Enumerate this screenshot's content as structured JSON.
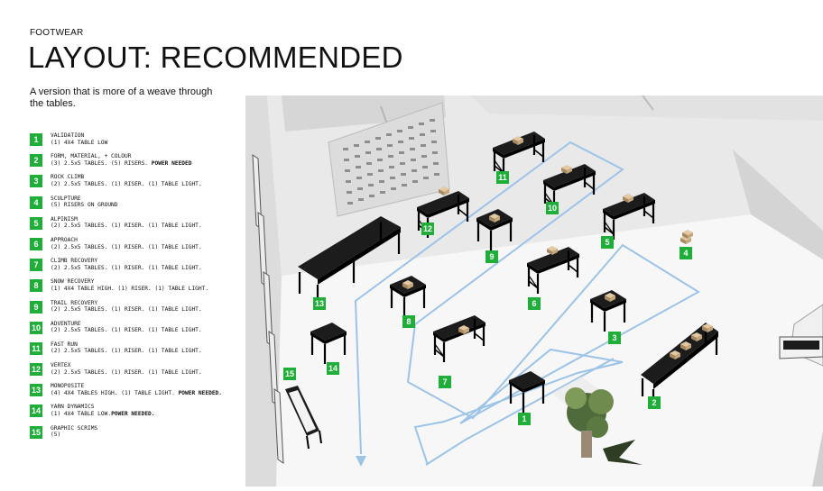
{
  "header": {
    "eyebrow": "FOOTWEAR",
    "title": "LAYOUT: RECOMMENDED",
    "description": "A version that is more of a weave through the tables."
  },
  "legend": [
    {
      "num": "1",
      "name": "VALIDATION",
      "detail": "(1) 4X4 TABLE LOW",
      "note": ""
    },
    {
      "num": "2",
      "name": "FORM, MATERIAL, + COLOUR",
      "detail": "(3) 2.5x5 TABLES. (5) RISERS.",
      "note": "POWER NEEDED"
    },
    {
      "num": "3",
      "name": "ROCK CLIMB",
      "detail": "(2) 2.5x5 TABLES. (1) RISER. (1) TABLE LIGHT.",
      "note": ""
    },
    {
      "num": "4",
      "name": "SCULPTURE",
      "detail": "(5) RISERS ON GROUND",
      "note": ""
    },
    {
      "num": "5",
      "name": "ALPINISM",
      "detail": "(2) 2.5x5 TABLES. (1) RISER. (1) TABLE LIGHT.",
      "note": ""
    },
    {
      "num": "6",
      "name": "APPROACH",
      "detail": "(2) 2.5x5 TABLES. (1) RISER. (1) TABLE LIGHT.",
      "note": ""
    },
    {
      "num": "7",
      "name": "CLIMB RECOVERY",
      "detail": "(2) 2.5x5 TABLES. (1) RISER. (1) TABLE LIGHT.",
      "note": ""
    },
    {
      "num": "8",
      "name": "SNOW RECOVERY",
      "detail": "(1) 4X4 TABLE HIGH. (1) RISER. (1) TABLE LIGHT.",
      "note": ""
    },
    {
      "num": "9",
      "name": "TRAIL RECOVERY",
      "detail": "(2) 2.5x5 TABLES. (1) RISER. (1) TABLE LIGHT.",
      "note": ""
    },
    {
      "num": "10",
      "name": "ADVENTURE",
      "detail": "(2) 2.5x5 TABLES. (1) RISER. (1) TABLE LIGHT.",
      "note": ""
    },
    {
      "num": "11",
      "name": "FAST RUN",
      "detail": "(2) 2.5x5 TABLES. (1) RISER. (1) TABLE LIGHT.",
      "note": ""
    },
    {
      "num": "12",
      "name": "VERTEX",
      "detail": "(2) 2.5x5 TABLES. (1) RISER. (1) TABLE LIGHT.",
      "note": ""
    },
    {
      "num": "13",
      "name": "MONOPOSITE",
      "detail": "(4) 4X4 TABLES HIGH. (1) TABLE LIGHT.",
      "note": "POWER NEEDED."
    },
    {
      "num": "14",
      "name": "YARN DYNAMICS",
      "detail": "(1) 4X4 TABLE LOW.",
      "note": "POWER NEEDED."
    },
    {
      "num": "15",
      "name": "GRAPHIC SCRIMS",
      "detail": "(5)",
      "note": ""
    }
  ],
  "plan_markers": [
    {
      "label": "1"
    },
    {
      "label": "2"
    },
    {
      "label": "3"
    },
    {
      "label": "4"
    },
    {
      "label": "5"
    },
    {
      "label": "6"
    },
    {
      "label": "7"
    },
    {
      "label": "8"
    },
    {
      "label": "9"
    },
    {
      "label": "10"
    },
    {
      "label": "11"
    },
    {
      "label": "12"
    },
    {
      "label": "13"
    },
    {
      "label": "14"
    },
    {
      "label": "15"
    }
  ],
  "colors": {
    "marker": "#1faf38",
    "path": "#9cc3e8",
    "table": "#1c1c1c",
    "floor": "#f7f7f7",
    "wall": "#d9d9d9"
  }
}
